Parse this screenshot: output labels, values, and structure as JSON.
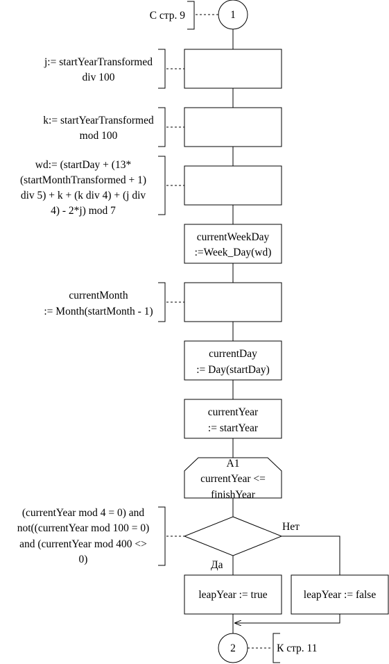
{
  "connectors": {
    "start": {
      "label": "1",
      "note": "С стр. 9"
    },
    "end": {
      "label": "2",
      "note": "К стр. 11"
    }
  },
  "comments": {
    "j": [
      "j:= startYearTransformed",
      "div 100"
    ],
    "k": [
      "k:= startYearTransformed",
      "mod 100"
    ],
    "wd": [
      "wd:= (startDay + (13*",
      "(startMonthTransformed + 1)",
      "div 5) + k + (k div 4) + (j div",
      "4) - 2*j) mod 7"
    ],
    "month": [
      "currentMonth",
      ":= Month(startMonth - 1)"
    ],
    "condition": [
      "(currentYear mod 4 = 0) and",
      "not((currentYear mod 100 = 0)",
      "and (currentYear mod 400 <>",
      "0)"
    ]
  },
  "blocks": {
    "weekday": [
      "currentWeekDay",
      ":=Week_Day(wd)"
    ],
    "day": [
      "currentDay",
      ":= Day(startDay)"
    ],
    "year": [
      "currentYear",
      ":= startYear"
    ],
    "loop": [
      "A1",
      "currentYear <=",
      "finishYear"
    ],
    "leap_true": "leapYear := true",
    "leap_false": "leapYear := false"
  },
  "branches": {
    "yes": "Да",
    "no": "Нет"
  }
}
